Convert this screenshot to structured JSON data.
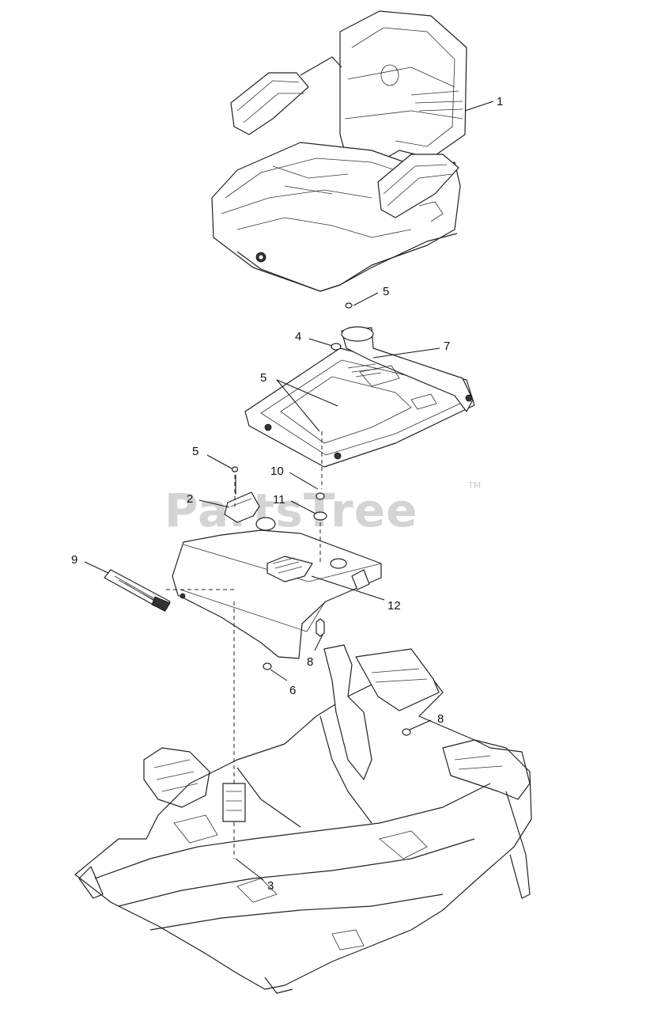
{
  "watermark": {
    "text": "PartsTree",
    "trademark": "TM"
  },
  "callouts": {
    "seat": "1",
    "nut_top": "5",
    "washer": "4",
    "plate": "7",
    "nut_plate": "5",
    "bolt_left": "5",
    "bracket": "2",
    "screw": "10",
    "nut_11": "11",
    "handle": "9",
    "label": "12",
    "pin_8_mid": "8",
    "pin_6": "6",
    "pin_8_right": "8",
    "rod": "3"
  }
}
